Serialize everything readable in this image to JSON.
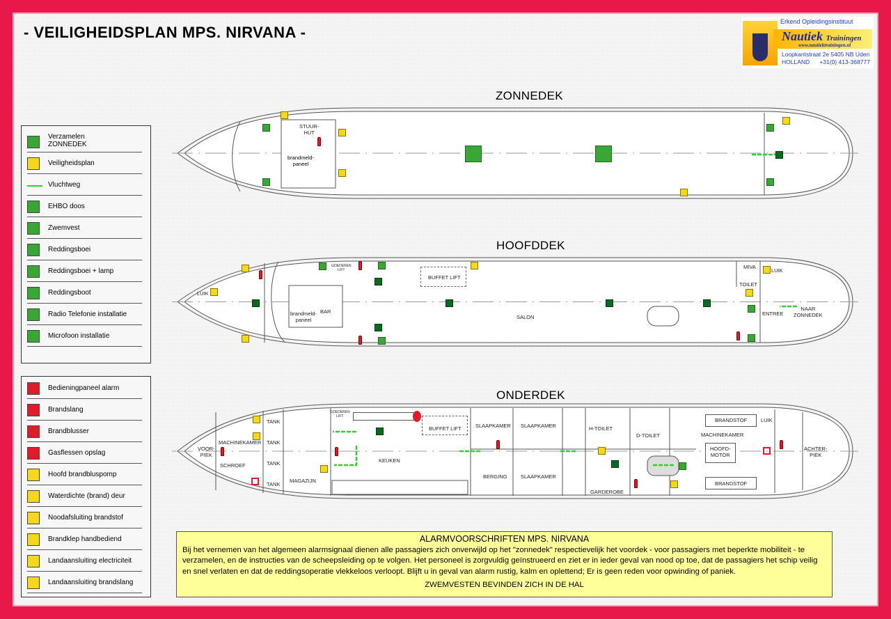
{
  "title": "- VEILIGHEIDSPLAN MPS. NIRVANA -",
  "logo": {
    "tagline": "Erkend Opleidingsinstituut",
    "name": "Nautiek",
    "name_suffix": "Trainingen",
    "url": "www.nautiektrainingen.nl",
    "address": "Loopkantstraat 2e 5405 NB Uden",
    "country_phone": "HOLLAND      +31(0) 413-368777"
  },
  "decks": {
    "zonnedek": "ZONNEDEK",
    "hoofddek": "HOOFDDEK",
    "onderdek": "ONDERDEK"
  },
  "legend1": [
    {
      "label": "Verzamelen\nZONNEDEK",
      "icon": "assembly-point-icon",
      "color": "#3aa635"
    },
    {
      "label": "Veiligheidsplan",
      "icon": "safety-plan-icon",
      "color": "#f5d81c"
    },
    {
      "label": "Vluchtweg",
      "icon": "escape-route-icon",
      "color": "#33cc33"
    },
    {
      "label": "EHBO doos",
      "icon": "first-aid-icon",
      "color": "#3aa635"
    },
    {
      "label": "Zwemvest",
      "icon": "life-vest-icon",
      "color": "#3aa635"
    },
    {
      "label": "Reddingsboei",
      "icon": "lifebuoy-icon",
      "color": "#3aa635"
    },
    {
      "label": "Reddingsboei + lamp",
      "icon": "lifebuoy-lamp-icon",
      "color": "#3aa635"
    },
    {
      "label": "Reddingsboot",
      "icon": "lifeboat-icon",
      "color": "#3aa635"
    },
    {
      "label": "Radio Telefonie installatie",
      "icon": "radio-icon",
      "color": "#3aa635"
    },
    {
      "label": "Microfoon installatie",
      "icon": "microphone-icon",
      "color": "#3aa635"
    }
  ],
  "legend2": [
    {
      "label": "Bedieningpaneel alarm",
      "icon": "alarm-panel-icon",
      "color": "#e21b2a"
    },
    {
      "label": "Brandslang",
      "icon": "fire-hose-icon",
      "color": "#e21b2a"
    },
    {
      "label": "Brandblusser",
      "icon": "fire-extinguisher-icon",
      "color": "#e21b2a"
    },
    {
      "label": "Gasflessen opslag",
      "icon": "gas-bottles-icon",
      "color": "#e21b2a"
    },
    {
      "label": "Hoofd brandbluspomp",
      "icon": "fire-pump-icon",
      "color": "#f5d81c"
    },
    {
      "label": "Waterdichte (brand) deur",
      "icon": "watertight-door-icon",
      "color": "#f5d81c"
    },
    {
      "label": "Noodafsluiting brandstof",
      "icon": "fuel-shutoff-icon",
      "color": "#f5d81c"
    },
    {
      "label": "Brandklep handbediend",
      "icon": "fire-damper-icon",
      "color": "#f5d81c"
    },
    {
      "label": "Landaansluiting electriciteit",
      "icon": "shore-power-icon",
      "color": "#f5d81c"
    },
    {
      "label": "Landaansluiting brandslang",
      "icon": "shore-hose-icon",
      "color": "#f5d81c"
    }
  ],
  "zonnedek": {
    "stuurhut": "STUUR-\nHUT",
    "panel": "brandmeld-\npaneel"
  },
  "hoofddek": {
    "luik_fore": "LUIK",
    "bar": "BAR",
    "panel": "brandmeld-\npaneel",
    "goederen_lift": "GOEDEREN\nLIFT",
    "buffet_lift": "BUFFET LIFT",
    "salon": "SALON",
    "miva": "MIVA",
    "toilet": "TOILET",
    "luik_aft": "LUIK",
    "entree": "ENTREE",
    "naar_zonnedek": "NAAR\nZONNEDEK"
  },
  "onderdek": {
    "voorpiek": "VOOR-\nPIEK",
    "machinekamer_fore": "MACHINEKAMER",
    "schroef": "SCHROEF",
    "tanks": [
      "TANK",
      "TANK",
      "TANK",
      "TANK"
    ],
    "magazijn": "MAGAZIJN",
    "goederen_lift": "GOEDEREN\nLIFT",
    "keuken": "KEUKEN",
    "buffet_lift": "BUFFET LIFT",
    "slaapkamer1": "SLAAPKAMER",
    "slaapkamer2": "SLAAPKAMER",
    "berging": "BERGING",
    "slaapkamer3": "SLAAPKAMER",
    "h_toilet": "H-TOILET",
    "d_toilet": "D-TOILET",
    "garderobe": "GARDEROBE",
    "brandstof1": "BRANDSTOF",
    "luik": "LUIK",
    "machinekamer_aft": "MACHINEKAMER",
    "hoofdmotor": "HOOFD-\nMOTOR",
    "brandstof2": "BRANDSTOF",
    "achterpiek": "ACHTER-\nPIEK"
  },
  "alarm": {
    "title": "ALARMVOORSCHRIFTEN MPS. NIRVANA",
    "body": "Bij het vernemen van het algemeen alarmsignaal dienen alle passagiers zich onverwijld op het \"zonnedek\" respectievelijk het voordek - voor passagiers met beperkte mobiliteit - te verzamelen, en de instructies van de scheepsleiding op te volgen. Het personeel is zorgvuldig geïnstrueerd en ziet er in ieder geval van nood op toe, dat de passagiers het schip veilig en snel verlaten en dat de reddingsoperatie vlekkeloos verloopt. Blijft u in geval van alarm rustig, kalm en oplettend; Er is geen reden voor opwinding of paniek.",
    "footer": "ZWEMVESTEN BEVINDEN ZICH IN DE HAL"
  }
}
